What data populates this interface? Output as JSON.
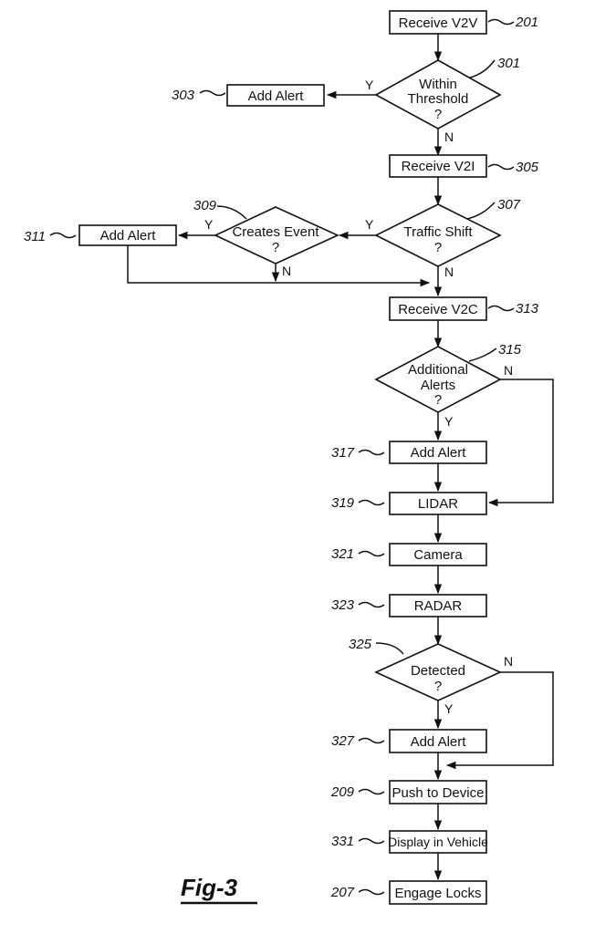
{
  "figure_label": "Fig-3",
  "nodes": {
    "receive_v2v": "Receive V2V",
    "within_threshold_1": "Within",
    "within_threshold_2": "Threshold",
    "within_threshold_3": "?",
    "add_alert_303": "Add Alert",
    "receive_v2i": "Receive V2I",
    "traffic_shift_1": "Traffic Shift",
    "traffic_shift_2": "?",
    "creates_event_1": "Creates Event",
    "creates_event_2": "?",
    "add_alert_311": "Add Alert",
    "receive_v2c": "Receive V2C",
    "additional_alerts_1": "Additional",
    "additional_alerts_2": "Alerts",
    "additional_alerts_3": "?",
    "add_alert_317": "Add Alert",
    "lidar": "LIDAR",
    "camera": "Camera",
    "radar": "RADAR",
    "detected_1": "Detected",
    "detected_2": "?",
    "add_alert_327": "Add Alert",
    "push_to_device": "Push to Device",
    "display_in_vehicle": "Display in Vehicle",
    "engage_locks": "Engage Locks"
  },
  "refs": {
    "r201": "201",
    "r301": "301",
    "r303": "303",
    "r305": "305",
    "r307": "307",
    "r309": "309",
    "r311": "311",
    "r313": "313",
    "r315": "315",
    "r317": "317",
    "r319": "319",
    "r321": "321",
    "r323": "323",
    "r325": "325",
    "r327": "327",
    "r209": "209",
    "r331": "331",
    "r207": "207"
  },
  "branch_labels": {
    "yes": "Y",
    "no": "N"
  }
}
